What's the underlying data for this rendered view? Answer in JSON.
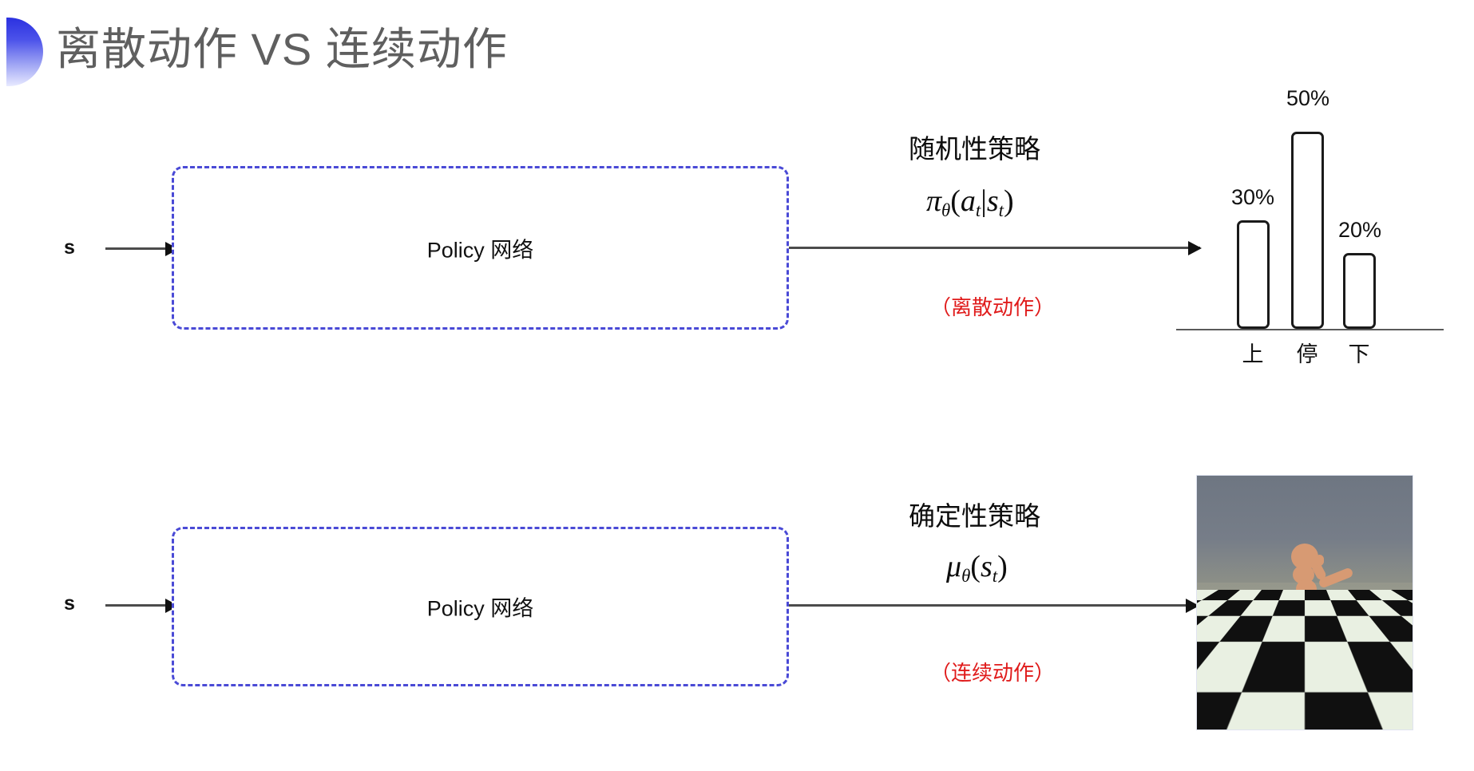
{
  "slide": {
    "title": "离散动作 VS 连续动作",
    "accent_color": "#3b42e6",
    "title_color": "#5f5f5f",
    "note_color": "#e01b1b",
    "box_border_color": "#4a4ad6"
  },
  "rows": [
    {
      "id": "discrete",
      "input_label": "s",
      "box_label": "Policy 网络",
      "policy_name": "随机性策略",
      "formula_pi": "π",
      "formula_theta": "θ",
      "formula_open": "(",
      "formula_a": "a",
      "formula_t1": "t",
      "formula_bar": "|",
      "formula_s": "s",
      "formula_t2": "t",
      "formula_close": ")",
      "note": "（离散动作）"
    },
    {
      "id": "continuous",
      "input_label": "s",
      "box_label": "Policy 网络",
      "policy_name": "确定性策略",
      "formula_mu": "μ",
      "formula_theta": "θ",
      "formula_open": "(",
      "formula_s": "s",
      "formula_t": "t",
      "formula_close": ")",
      "note": "（连续动作）"
    }
  ],
  "chart_data": {
    "type": "bar",
    "title": "",
    "categories": [
      "上",
      "停",
      "下"
    ],
    "values": [
      30,
      50,
      20
    ],
    "value_labels": [
      "30%",
      "50%",
      "20%"
    ],
    "ylim": [
      0,
      60
    ],
    "xlabel": "",
    "ylabel": "",
    "grid": false,
    "legend": "none",
    "bar_fill": "#ffffff",
    "bar_stroke": "#1a1a1a",
    "axis_color": "#5a5a5a"
  },
  "sim_image": {
    "caption": "",
    "alt": "MuJoCo humanoid running on checkerboard floor",
    "sky_color": "#737a86",
    "floor_dark": "#101010",
    "floor_light": "#e9f0e2",
    "body_color": "#d79a73"
  }
}
